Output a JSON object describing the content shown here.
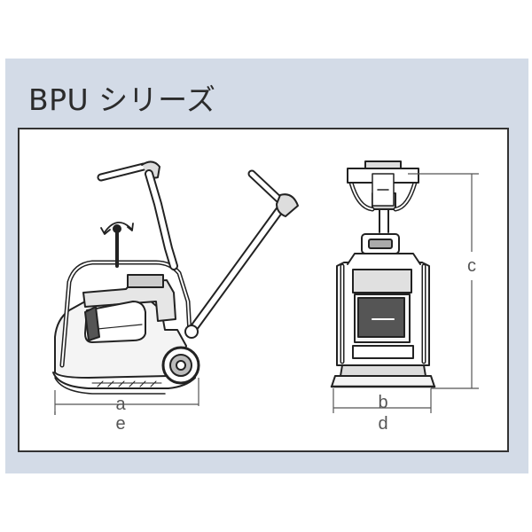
{
  "title": "BPU シリーズ",
  "dimension_labels": {
    "a": "a",
    "e": "e",
    "b": "b",
    "d": "d",
    "c": "c"
  },
  "colors": {
    "panel_background": "#d3dbe7",
    "frame_border": "#333333",
    "line_art": "#222222",
    "label": "#555555"
  }
}
